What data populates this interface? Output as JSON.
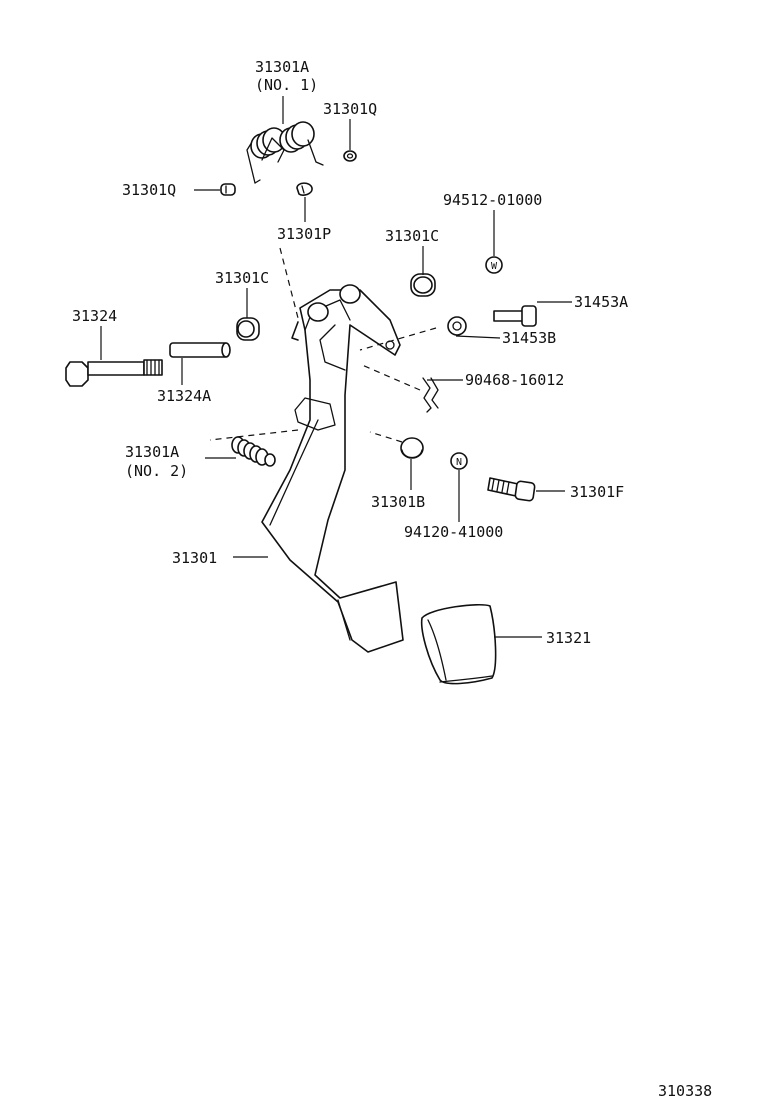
{
  "diagram": {
    "callouts": {
      "p31301A_no1": "31301A",
      "p31301A_no1_sub": "(NO. 1)",
      "p31301Q_r": "31301Q",
      "p31301Q_l": "31301Q",
      "p94512": "94512-01000",
      "p31301P": "31301P",
      "p31301C_r": "31301C",
      "p31301C_l": "31301C",
      "p31324": "31324",
      "p31453A": "31453A",
      "p31453B": "31453B",
      "p31324A": "31324A",
      "p90468": "90468-16012",
      "p31301A_no2": "31301A",
      "p31301A_no2_sub": "(NO. 2)",
      "p31301B": "31301B",
      "p31301F": "31301F",
      "p94120": "94120-41000",
      "p31301": "31301",
      "p31321": "31321"
    },
    "markers": {
      "w": "W",
      "n": "N"
    },
    "figure_number": "310338"
  }
}
